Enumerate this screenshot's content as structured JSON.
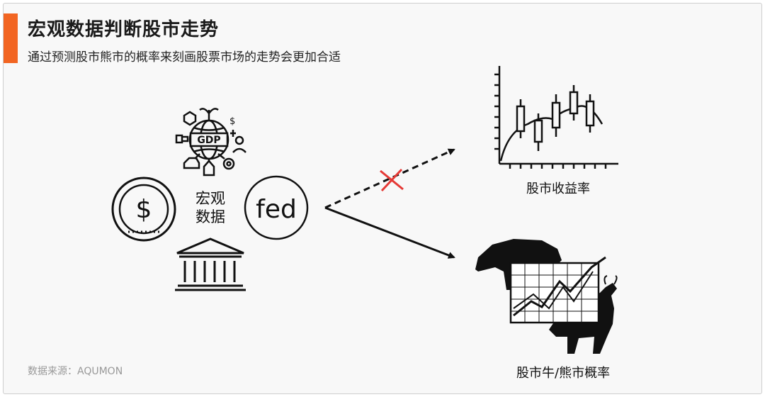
{
  "title": "宏观数据判断股市走势",
  "subtitle": "通过预测股市熊市的概率来刻画股票市场的走势会更加合适",
  "source": "数据来源：AQUMON",
  "hub": {
    "label_line1": "宏观",
    "label_line2": "数据",
    "gdp_text": "GDP",
    "dollar_text": "$",
    "fed_text": "fed"
  },
  "outputs": {
    "returns_label": "股市收益率",
    "bull_bear_label": "股市牛/熊市概率"
  },
  "colors": {
    "accent": "#f26522",
    "cross": "#e53935",
    "ink": "#111111"
  },
  "icons": [
    "globe-gdp-icon",
    "dollar-coin-icon",
    "fed-icon",
    "bank-building-icon",
    "candlestick-chart-icon",
    "bear-bull-icon",
    "red-cross-icon"
  ]
}
